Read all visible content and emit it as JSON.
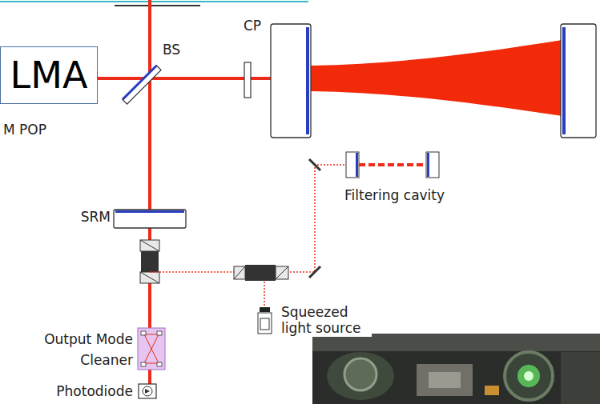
{
  "diagram": {
    "nodes": [
      {
        "text": [
          "LMA"
        ]
      }
    ],
    "labels": [
      "BS",
      "CP",
      "M POP",
      "Filtering cavity",
      "SRM",
      "Output Mode Cleaner",
      "Squeezed light source",
      "Photodiode"
    ]
  }
}
